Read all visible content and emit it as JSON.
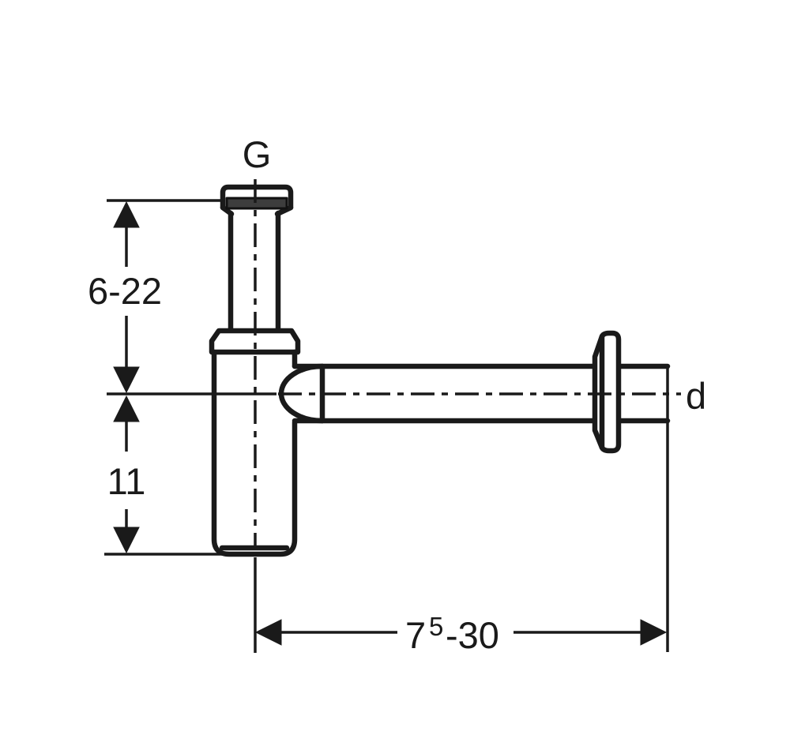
{
  "diagram": {
    "kind": "technical-dimension-drawing",
    "subject": "bottle-trap-side-view",
    "labels": {
      "top_connection": "G",
      "height_range": "6-22",
      "body_depth": "11",
      "outlet_diameter": "d",
      "projection_prefix": "7",
      "projection_sup": "5",
      "projection_suffix": "-30"
    },
    "colors": {
      "line": "#1a1a1a",
      "washer_fill": "#3d3d3d",
      "background": "#ffffff"
    }
  }
}
